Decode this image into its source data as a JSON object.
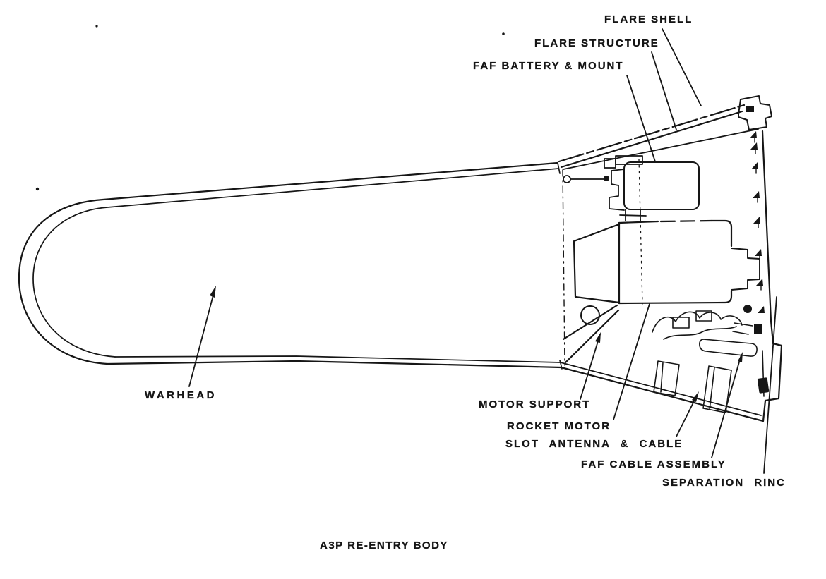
{
  "diagram": {
    "caption": "A3P RE-ENTRY BODY",
    "ink_color": "#161616",
    "background_color": "#ffffff",
    "labels": {
      "flare_shell": "FLARE SHELL",
      "flare_structure": "FLARE STRUCTURE",
      "faf_battery_mount": "FAF BATTERY & MOUNT",
      "warhead": "WARHEAD",
      "motor_support": "MOTOR SUPPORT",
      "rocket_motor": "ROCKET MOTOR",
      "slot_antenna_cable": "SLOT ANTENNA & CABLE",
      "faf_cable_assembly": "FAF CABLE ASSEMBLY",
      "separation_ring": "SEPARATION RINC"
    }
  }
}
